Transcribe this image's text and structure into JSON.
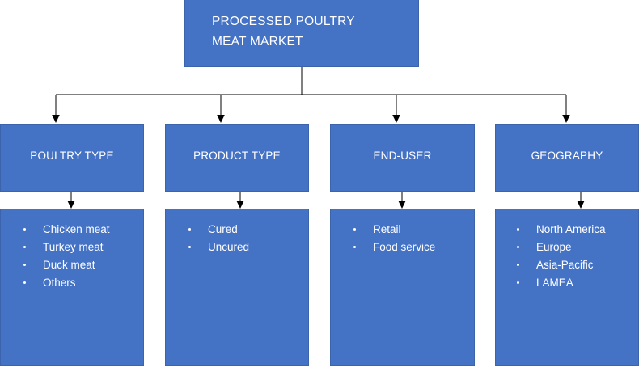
{
  "diagram": {
    "root": {
      "title": "PROCESSED POULTRY\nMEAT MARKET"
    },
    "accent_color": "#4472C4",
    "text_color": "#FFFFFF",
    "connector_color": "#000000",
    "branches": [
      {
        "label": "POULTRY TYPE",
        "items": [
          "Chicken meat",
          "Turkey meat",
          "Duck meat",
          "Others"
        ]
      },
      {
        "label": "PRODUCT TYPE",
        "items": [
          "Cured",
          "Uncured"
        ]
      },
      {
        "label": "END-USER",
        "items": [
          "Retail",
          "Food service"
        ]
      },
      {
        "label": "GEOGRAPHY",
        "items": [
          "North America",
          "Europe",
          "Asia-Pacific",
          "LAMEA"
        ]
      }
    ]
  }
}
